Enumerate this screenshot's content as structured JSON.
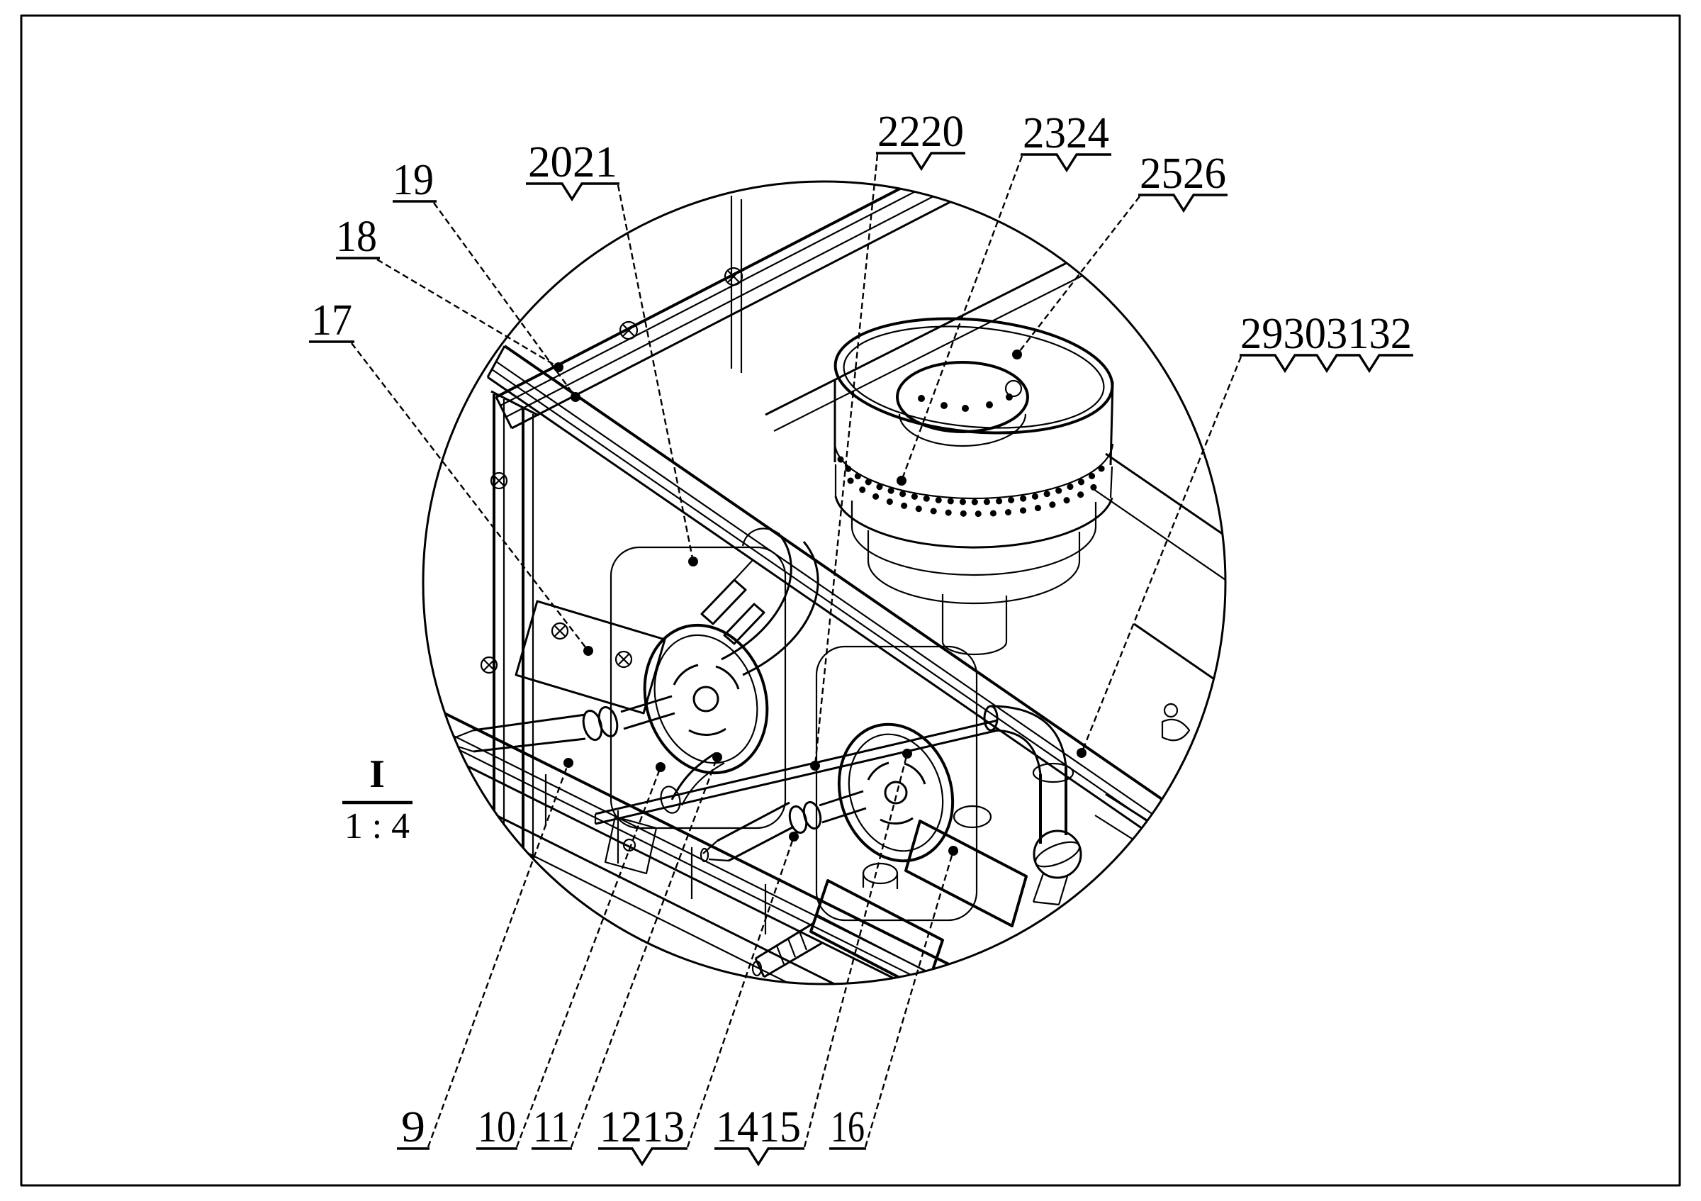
{
  "figure": {
    "view_label": "I",
    "view_scale": "1 : 4"
  },
  "callouts": {
    "c9": {
      "text": "9"
    },
    "c10": {
      "text": "10"
    },
    "c11": {
      "text": "11"
    },
    "c1213": {
      "text": "1213"
    },
    "c1415": {
      "text": "1415"
    },
    "c16": {
      "text": "16"
    },
    "c17": {
      "text": "17"
    },
    "c18": {
      "text": "18"
    },
    "c19": {
      "text": "19"
    },
    "c2021": {
      "text": "2021"
    },
    "c2220": {
      "text": "2220"
    },
    "c2324": {
      "text": "2324"
    },
    "c2526": {
      "text": "2526"
    },
    "c29303132": {
      "text": "29303132"
    }
  },
  "colors": {
    "ink": "#000000",
    "paper": "#ffffff"
  }
}
